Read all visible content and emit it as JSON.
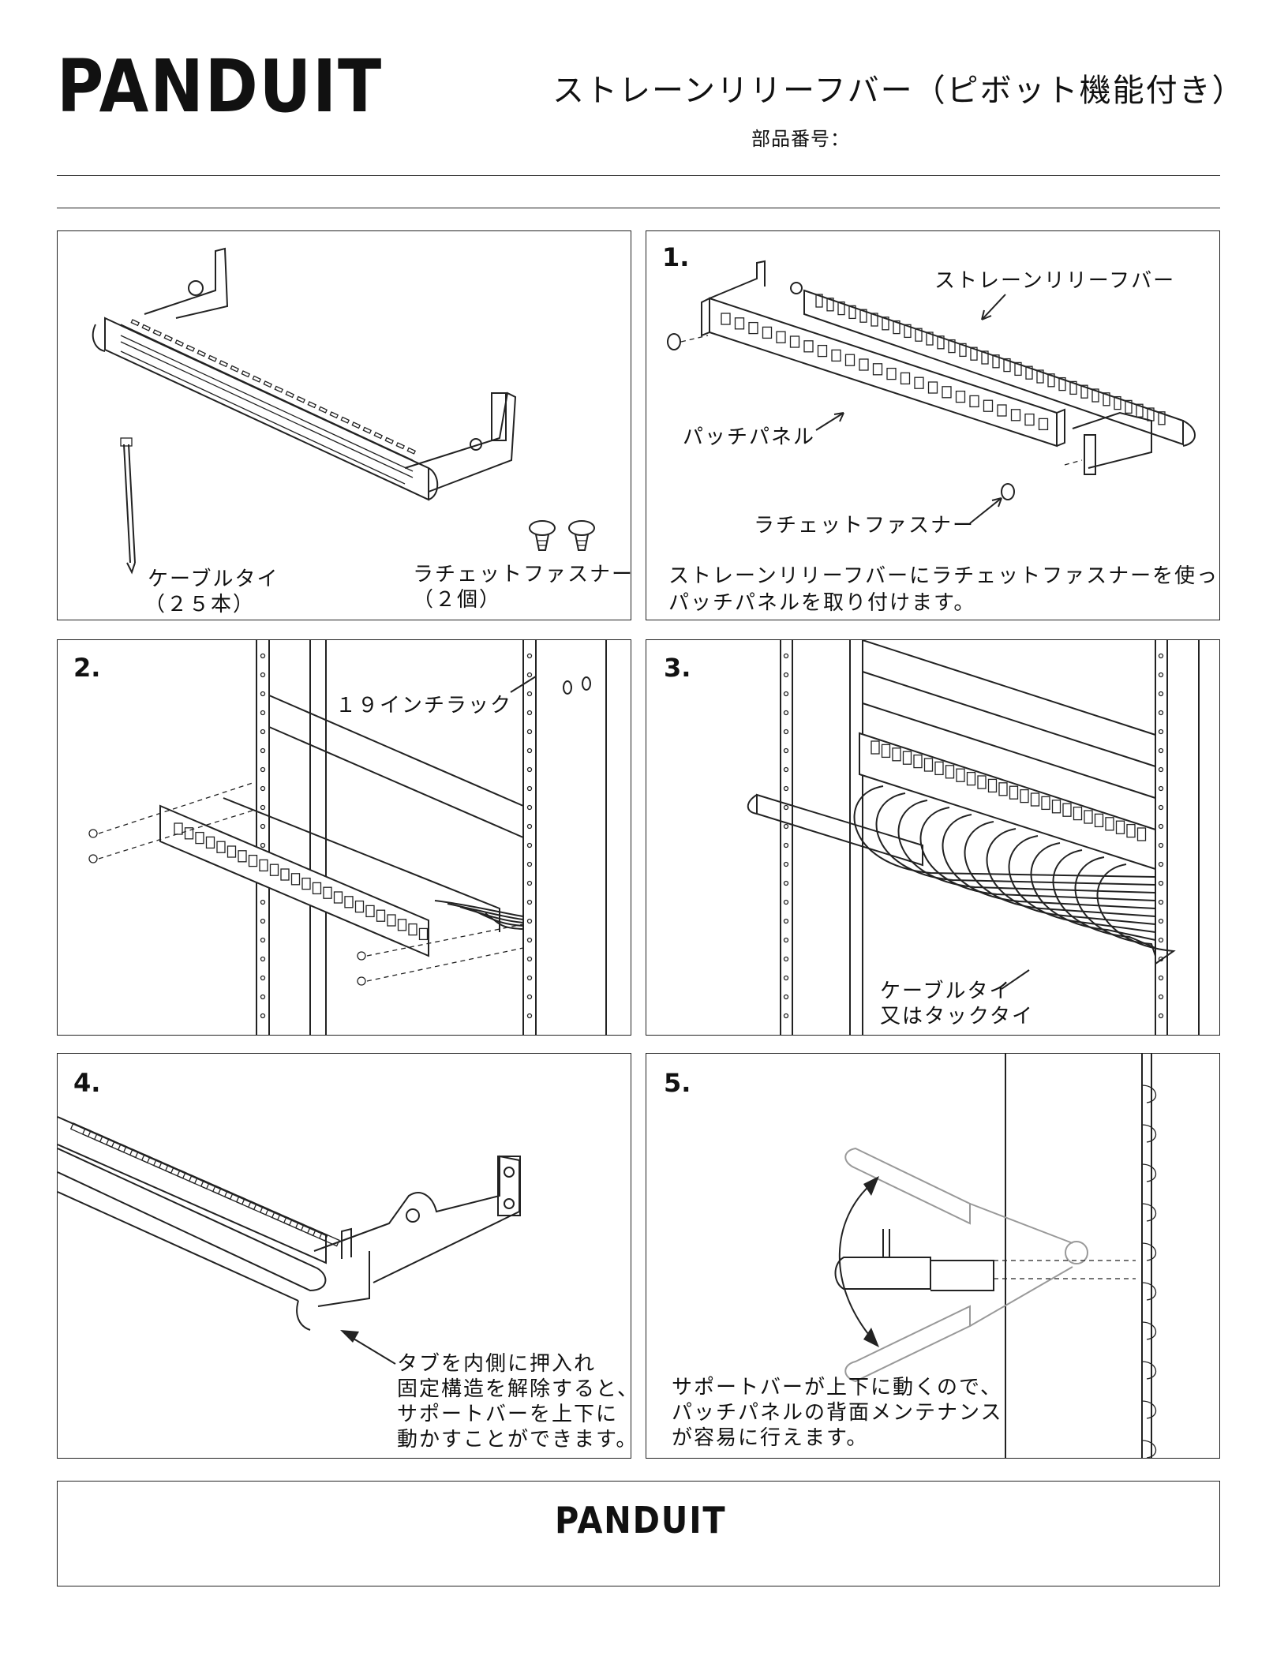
{
  "brand": "PANDUIT",
  "header": {
    "title": "ストレーンリリーフバー（ピボット機能付き）",
    "part_number_label": "部品番号："
  },
  "panels": {
    "contents": {
      "cable_tie_label": "ケーブルタイ",
      "cable_tie_qty": "（２５本）",
      "fastener_label": "ラチェットファスナー",
      "fastener_qty": "（２個）"
    },
    "step1": {
      "number": "1.",
      "bar_label": "ストレーンリリーフバー",
      "patch_panel_label": "パッチパネル",
      "fastener_label": "ラチェットファスナー",
      "instruction_line1": "ストレーンリリーフバーにラチェットファスナーを使って",
      "instruction_line2": "パッチパネルを取り付けます。"
    },
    "step2": {
      "number": "2.",
      "rack_label": "１９インチラック"
    },
    "step3": {
      "number": "3.",
      "tie_label_line1": "ケーブルタイ",
      "tie_label_line2": "又はタックタイ"
    },
    "step4": {
      "number": "4.",
      "line1": "タブを内側に押入れ",
      "line2": "固定構造を解除すると、",
      "line3": "サポートバーを上下に",
      "line4": "動かすことができます。"
    },
    "step5": {
      "number": "5.",
      "line1": "サポートバーが上下に動くので、",
      "line2": "パッチパネルの背面メンテナンス",
      "line3": "が容易に行えます。"
    }
  },
  "footer": {
    "brand": "PANDUIT"
  }
}
